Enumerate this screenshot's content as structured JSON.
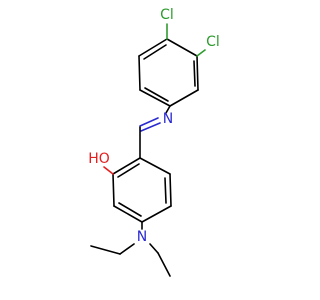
{
  "atoms": {
    "cl_top": {
      "label": "Cl",
      "color": "#2e9b2e"
    },
    "cl_right": {
      "label": "Cl",
      "color": "#2e9b2e"
    },
    "imine_n": {
      "label": "N",
      "color": "#2a2ad0"
    },
    "hydroxyl": {
      "label": "HO",
      "color": "#e41f1f"
    },
    "amine_n": {
      "label": "N",
      "color": "#2a2ad0"
    }
  },
  "bond_color": "#000000"
}
